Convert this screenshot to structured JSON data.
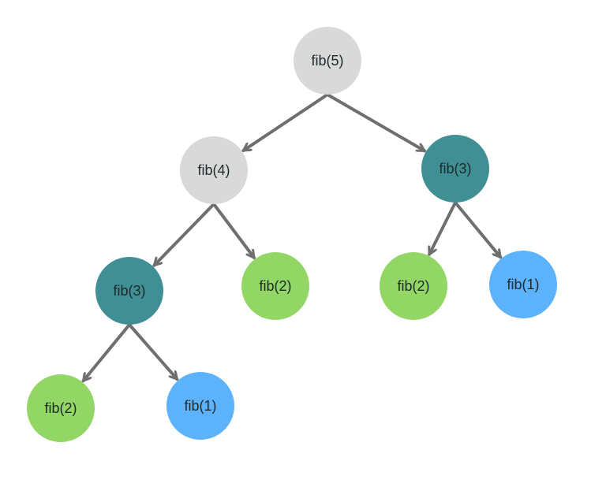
{
  "colors": {
    "gray": "#d9d9d9",
    "teal": "#3f8f95",
    "green": "#92d665",
    "blue": "#5cb3fb",
    "edge": "#6f6f6f",
    "text": "#1f2a2c"
  },
  "nodes": [
    {
      "id": "n1",
      "label": "fib(5)",
      "color": "gray"
    },
    {
      "id": "n2",
      "label": "fib(4)",
      "color": "gray"
    },
    {
      "id": "n3",
      "label": "fib(3)",
      "color": "teal"
    },
    {
      "id": "n4",
      "label": "fib(3)",
      "color": "teal"
    },
    {
      "id": "n5",
      "label": "fib(2)",
      "color": "green"
    },
    {
      "id": "n6",
      "label": "fib(2)",
      "color": "green"
    },
    {
      "id": "n7",
      "label": "fib(1)",
      "color": "blue"
    },
    {
      "id": "n8",
      "label": "fib(2)",
      "color": "green"
    },
    {
      "id": "n9",
      "label": "fib(1)",
      "color": "blue"
    }
  ],
  "edges": [
    {
      "from": "n1",
      "to": "n2"
    },
    {
      "from": "n1",
      "to": "n3"
    },
    {
      "from": "n2",
      "to": "n4"
    },
    {
      "from": "n2",
      "to": "n5"
    },
    {
      "from": "n3",
      "to": "n6"
    },
    {
      "from": "n3",
      "to": "n7"
    },
    {
      "from": "n4",
      "to": "n8"
    },
    {
      "from": "n4",
      "to": "n9"
    }
  ]
}
